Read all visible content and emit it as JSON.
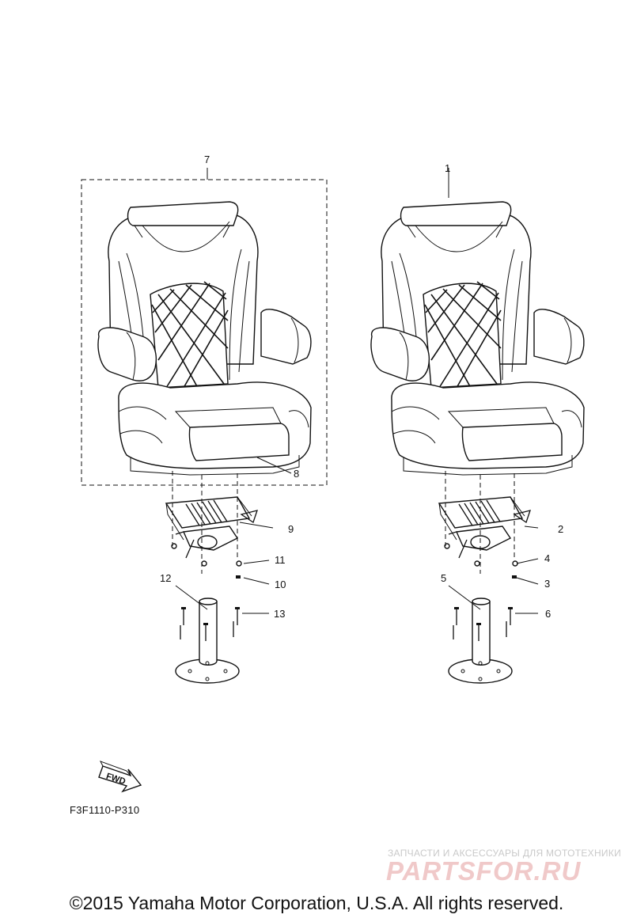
{
  "callouts": {
    "c1": "1",
    "c2": "2",
    "c3": "3",
    "c4": "4",
    "c5": "5",
    "c6": "6",
    "c7": "7",
    "c8": "8",
    "c9": "9",
    "c10": "10",
    "c11": "11",
    "c12": "12",
    "c13": "13"
  },
  "fwd_label": "FWD",
  "diagram_code": "F3F1110-P310",
  "watermark": {
    "tagline": "ЗАПЧАСТИ И АКСЕССУАРЫ ДЛЯ МОТОТЕХНИКИ",
    "logo": "PARTSFOR.RU"
  },
  "copyright": "©2015 Yamaha Motor Corporation, U.S.A. All rights reserved."
}
